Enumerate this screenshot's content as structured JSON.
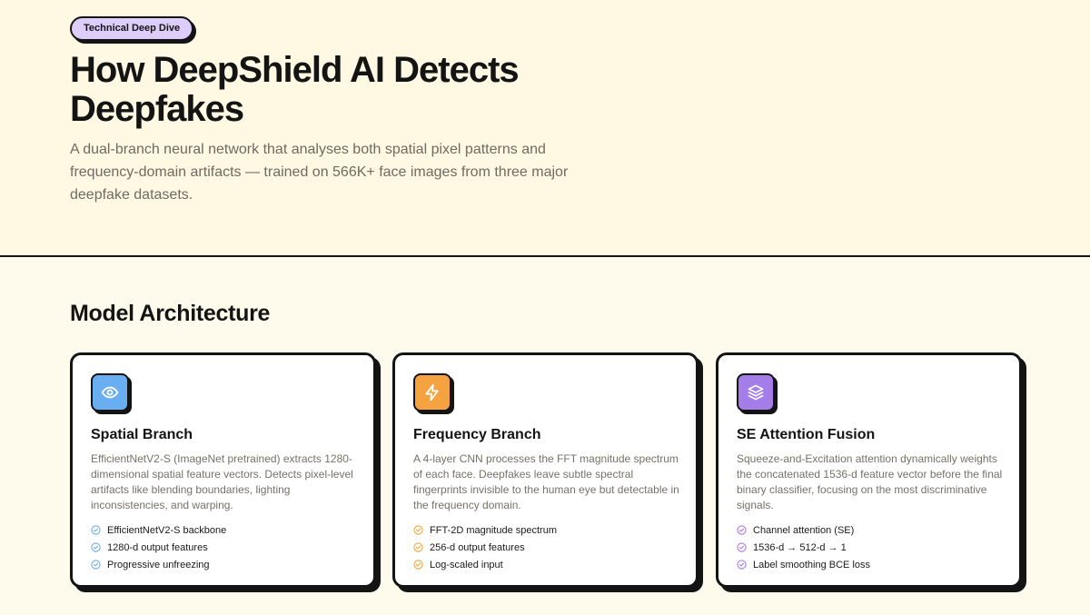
{
  "hero": {
    "badge": "Technical Deep Dive",
    "title": "How DeepShield AI Detects Deepfakes",
    "subtitle": "A dual-branch neural network that analyses both spatial pixel patterns and frequency-domain artifacts — trained on 566K+ face images from three major deepfake datasets."
  },
  "section": {
    "title": "Model Architecture"
  },
  "cards": [
    {
      "icon": "eye-icon",
      "accent": "#6aaef2",
      "title": "Spatial Branch",
      "description": "EfficientNetV2-S (ImageNet pretrained) extracts 1280-dimensional spatial feature vectors. Detects pixel-level artifacts like blending boundaries, lighting inconsistencies, and warping.",
      "features": [
        "EfficientNetV2-S backbone",
        "1280-d output features",
        "Progressive unfreezing"
      ]
    },
    {
      "icon": "lightning-icon",
      "accent": "#f5a340",
      "title": "Frequency Branch",
      "description": "A 4-layer CNN processes the FFT magnitude spectrum of each face. Deepfakes leave subtle spectral fingerprints invisible to the human eye but detectable in the frequency domain.",
      "features": [
        "FFT-2D magnitude spectrum",
        "256-d output features",
        "Log-scaled input"
      ]
    },
    {
      "icon": "layers-icon",
      "accent": "#a57de8",
      "title": "SE Attention Fusion",
      "description": "Squeeze-and-Excitation attention dynamically weights the concatenated 1536-d feature vector before the final binary classifier, focusing on the most discriminative signals.",
      "features": [
        "Channel attention (SE)",
        "1536-d → 512-d → 1",
        "Label smoothing BCE loss"
      ]
    }
  ]
}
